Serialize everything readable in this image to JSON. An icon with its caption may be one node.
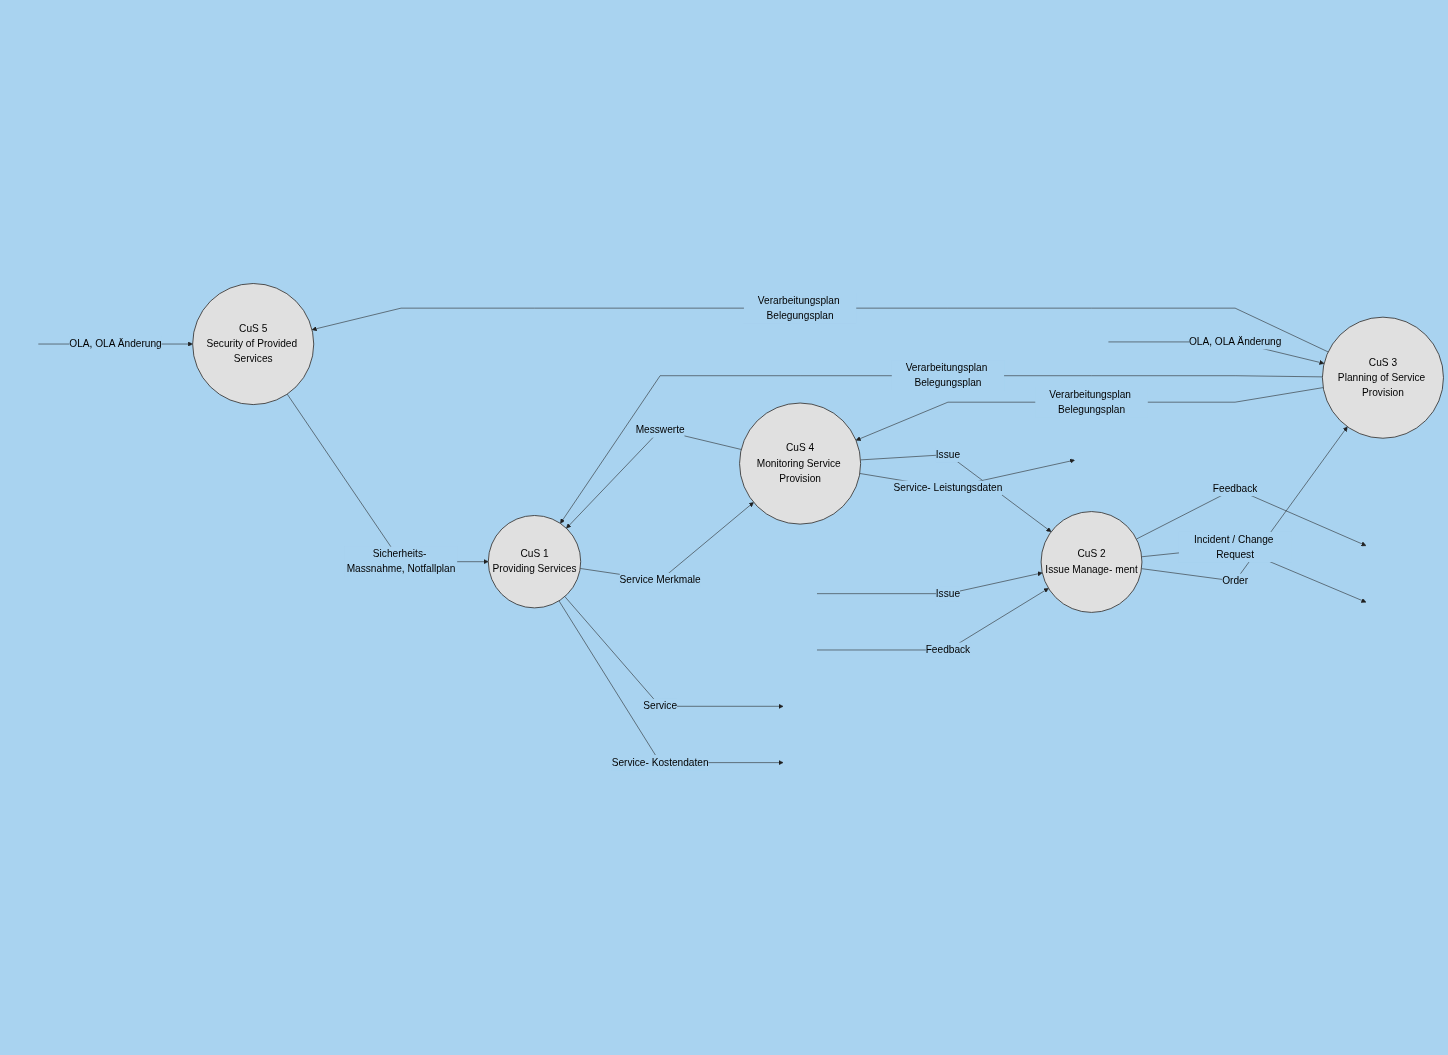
{
  "diagram": {
    "nodes": [
      {
        "text": [
          "CuS 5",
          "Security of Provided Services"
        ]
      },
      {
        "text": [
          "CuS 3",
          "Planning of Service Provision"
        ]
      },
      {
        "text": [
          "CuS 1",
          "Providing Services"
        ]
      },
      {
        "text": [
          "CuS 4",
          "Monitoring Service Provision"
        ]
      },
      {
        "text": [
          "CuS 2",
          "Issue Manage- ment"
        ]
      }
    ],
    "edges": [
      {
        "from": null,
        "to": 0,
        "arrow": "to",
        "label": "OLA, OLA Änderung"
      },
      {
        "from": 1,
        "to": 0,
        "arrow": "to",
        "label": "Verarbeitungsplan Belegungsplan"
      },
      {
        "from": 0,
        "to": 2,
        "arrow": "to",
        "label": "Sicherheits- Massnahme, Notfallplan"
      },
      {
        "from": null,
        "to": 1,
        "arrow": "to",
        "label": "OLA, OLA Änderung"
      },
      {
        "from": 1,
        "to": 2,
        "arrow": "to",
        "label": "Verarbeitungsplan Belegungsplan"
      },
      {
        "from": 2,
        "to": null,
        "arrow": "to",
        "label": "Service- Kostendaten"
      },
      {
        "from": 2,
        "to": null,
        "arrow": "to",
        "label": "Service"
      },
      {
        "from": 3,
        "to": 2,
        "arrow": "to",
        "label": "Messwerte"
      },
      {
        "from": 2,
        "to": 3,
        "arrow": "to",
        "label": "Service Merkmale"
      },
      {
        "from": 1,
        "to": 3,
        "arrow": "to",
        "label": "Verarbeitungsplan Belegungsplan"
      },
      {
        "from": 3,
        "to": null,
        "arrow": "to",
        "label": "Service- Leistungsdaten"
      },
      {
        "from": 3,
        "to": 4,
        "arrow": "to",
        "label": "Issue"
      },
      {
        "from": 4,
        "to": 1,
        "arrow": "to",
        "label": "Order"
      },
      {
        "from": null,
        "to": 4,
        "arrow": "to",
        "label": "Issue"
      },
      {
        "from": null,
        "to": 4,
        "arrow": "to",
        "label": "Feedback"
      },
      {
        "from": 4,
        "to": null,
        "arrow": "to",
        "label": "Incident / Change Request"
      },
      {
        "from": 4,
        "to": null,
        "arrow": "to",
        "label": "Feedback"
      }
    ]
  }
}
